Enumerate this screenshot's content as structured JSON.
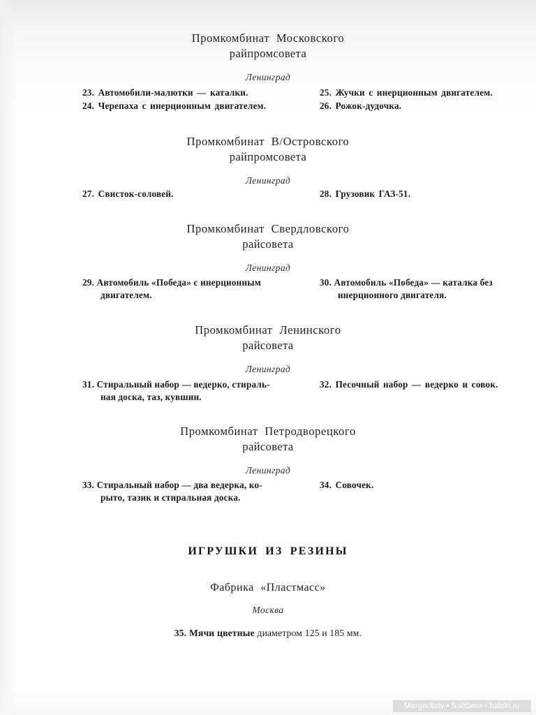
{
  "page": {
    "background_color": "#ffffff",
    "text_color": "#1a1a1a"
  },
  "sections": [
    {
      "org_line1": "Промкомбинат  Московского",
      "org_line2": "райпромсовета",
      "city": "Ленинград",
      "items_left": [
        {
          "num": "23.",
          "text": "Автомобили-малютки — каталки."
        },
        {
          "num": "24.",
          "text": "Черепаха с инерционным двигателем."
        }
      ],
      "items_right": [
        {
          "num": "25.",
          "text": "Жучки с инерционным двигателем."
        },
        {
          "num": "26.",
          "text": "Рожок-дудочка."
        }
      ]
    },
    {
      "org_line1": "Промкомбинат  В/Островского",
      "org_line2": "райпромсовета",
      "city": "Ленинград",
      "items_left": [
        {
          "num": "27.",
          "text": "Свисток-соловей."
        }
      ],
      "items_right": [
        {
          "num": "28.",
          "text": "Грузовик  ГАЗ-51."
        }
      ]
    },
    {
      "org_line1": "Промкомбинат  Свердловского",
      "org_line2": "райсовета",
      "city": "Ленинград",
      "items_left": [
        {
          "num": "29.",
          "line1": "Автомобиль  «Победа»  с инерционным",
          "line2": "двигателем."
        }
      ],
      "items_right": [
        {
          "num": "30.",
          "line1": "Автомобиль    «Победа» — каталка    без",
          "line2": "инерционного двигателя."
        }
      ]
    },
    {
      "org_line1": "Промкомбинат  Ленинского",
      "org_line2": "райсовета",
      "city": "Ленинград",
      "items_left": [
        {
          "num": "31.",
          "line1": "Стиральный  набор — ведерко, стираль-",
          "line2": "ная доска, таз, кувшин."
        }
      ],
      "items_right": [
        {
          "num": "32.",
          "text": "Песочный набор — ведерко и совок."
        }
      ]
    },
    {
      "org_line1": "Промкомбинат  Петродворецкого",
      "org_line2": "райсовета",
      "city": "Ленинград",
      "items_left": [
        {
          "num": "33.",
          "line1": "Стиральный   набор — два  ведерка,  ко-",
          "line2": "рыто, тазик и стиральная доска."
        }
      ],
      "items_right": [
        {
          "num": "34.",
          "text": "Совочек."
        }
      ]
    }
  ],
  "rubber_section": {
    "title": "ИГРУШКИ ИЗ РЕЗИНЫ",
    "factory": "Фабрика  «Пластмасс»",
    "city": "Москва",
    "item": {
      "num": "35.",
      "bold_part": "Мячи цветные",
      "rest": "диаметром 125 и 185 мм."
    }
  },
  "watermark": {
    "text": "Margaritatv • Бэйбики • babiki.ru"
  }
}
